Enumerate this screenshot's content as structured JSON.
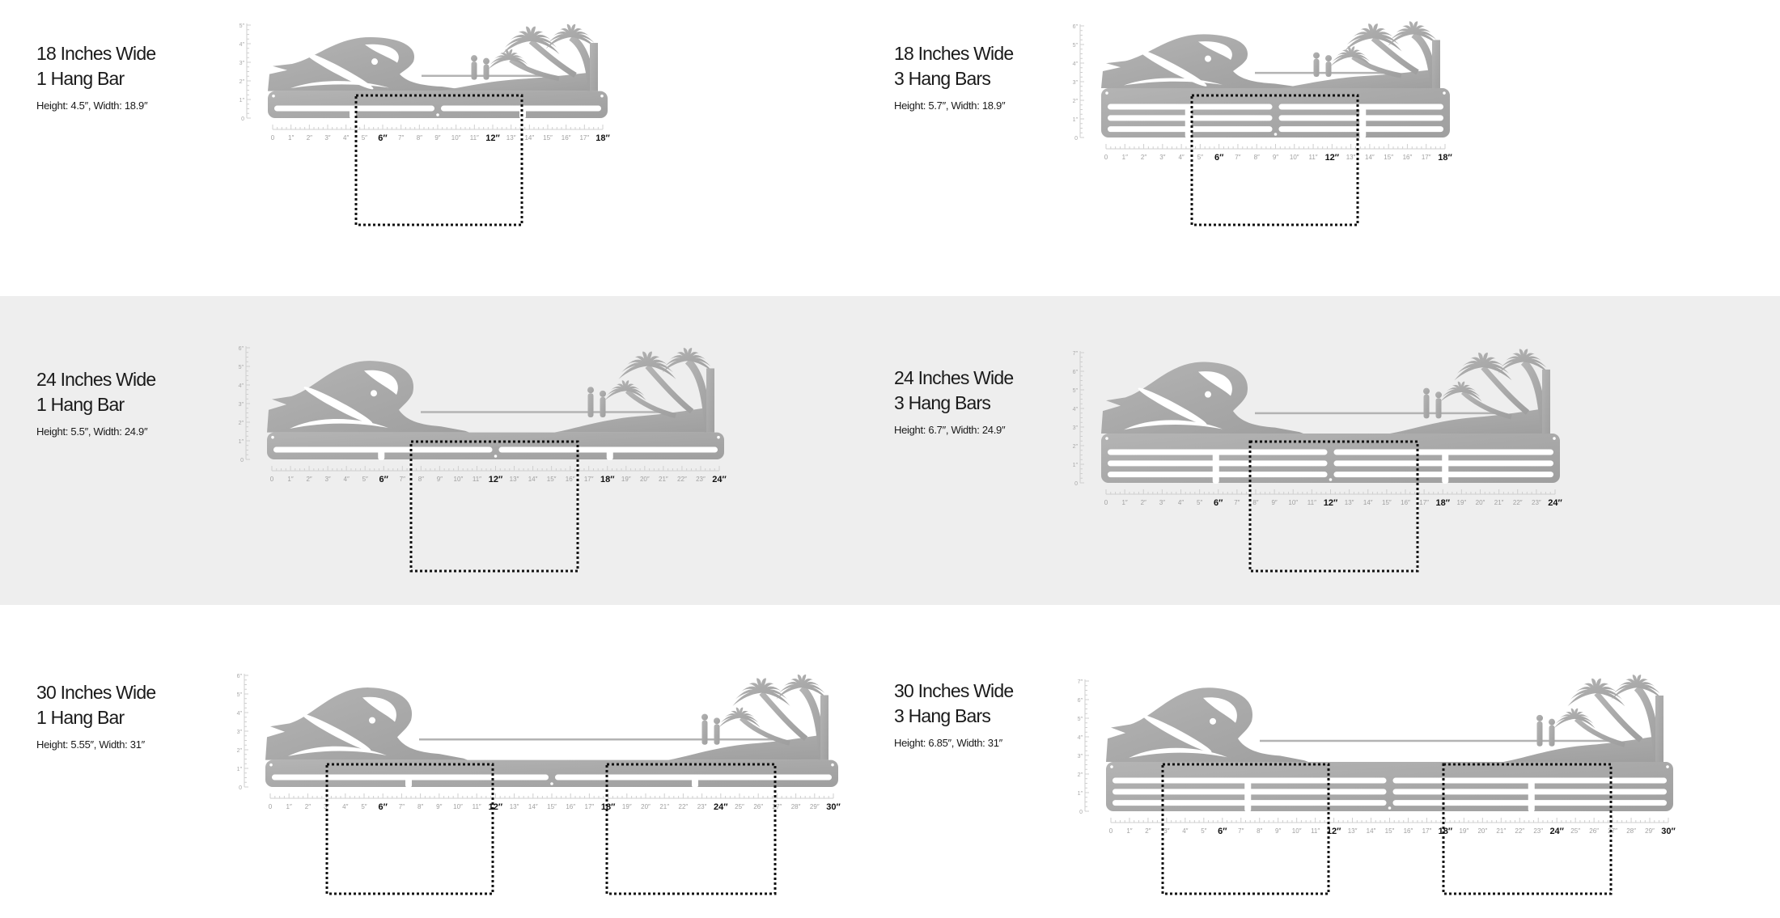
{
  "colors": {
    "metal": "#a9a9a9",
    "band": "#eeeeee",
    "ruler": "#c8c8c8",
    "guide": "#111111"
  },
  "panels": [
    {
      "title_line1": "18 Inches Wide",
      "title_line2": "1 Hang Bar",
      "dims": "Height: 4.5″,   Width: 18.9″",
      "bars": 1,
      "height_in": 4.5,
      "h_labels": [
        "0",
        "1″",
        "2″",
        "3″",
        "4″",
        "5″",
        "6″",
        "7″",
        "8″",
        "9″",
        "10″",
        "11″",
        "12″",
        "13″",
        "14″",
        "15″",
        "16″",
        "17″",
        "18″"
      ],
      "v_labels": [
        "0",
        "1″",
        "2″",
        "3″",
        "4″",
        "5″"
      ]
    },
    {
      "title_line1": "18 Inches Wide",
      "title_line2": "3 Hang Bars",
      "dims": "Height: 5.7″,   Width: 18.9″",
      "bars": 3,
      "height_in": 5.7,
      "h_labels": [
        "0",
        "1″",
        "2″",
        "3″",
        "4″",
        "5″",
        "6″",
        "7″",
        "8″",
        "9″",
        "10″",
        "11″",
        "12″",
        "13″",
        "14″",
        "15″",
        "16″",
        "17″",
        "18″"
      ],
      "v_labels": [
        "0",
        "1″",
        "2″",
        "3″",
        "4″",
        "5″",
        "6″"
      ]
    },
    {
      "title_line1": "24 Inches Wide",
      "title_line2": "1 Hang Bar",
      "dims": "Height: 5.5″,   Width: 24.9″",
      "bars": 1,
      "height_in": 5.5,
      "h_labels": [
        "0",
        "1″",
        "2″",
        "3″",
        "4″",
        "5″",
        "6″",
        "7″",
        "8″",
        "9″",
        "10″",
        "11″",
        "12″",
        "13″",
        "14″",
        "15″",
        "16″",
        "17″",
        "18″",
        "19″",
        "20″",
        "21″",
        "22″",
        "23″",
        "24″"
      ],
      "v_labels": [
        "0",
        "1″",
        "2″",
        "3″",
        "4″",
        "5″",
        "6″"
      ]
    },
    {
      "title_line1": "24 Inches Wide",
      "title_line2": "3 Hang Bars",
      "dims": "Height: 6.7″,   Width: 24.9″",
      "bars": 3,
      "height_in": 6.7,
      "h_labels": [
        "0",
        "1″",
        "2″",
        "3″",
        "4″",
        "5″",
        "6″",
        "7″",
        "8″",
        "9″",
        "10″",
        "11″",
        "12″",
        "13″",
        "14″",
        "15″",
        "16″",
        "17″",
        "18″",
        "19″",
        "20″",
        "21″",
        "22″",
        "23″",
        "24″"
      ],
      "v_labels": [
        "0",
        "1″",
        "2″",
        "3″",
        "4″",
        "5″",
        "6″",
        "7″"
      ]
    },
    {
      "title_line1": "30 Inches Wide",
      "title_line2": "1 Hang Bar",
      "dims": "Height: 5.55″,   Width: 31″",
      "bars": 1,
      "height_in": 5.55,
      "h_labels": [
        "0",
        "1″",
        "2″",
        "3″",
        "4″",
        "5″",
        "6″",
        "7″",
        "8″",
        "9″",
        "10″",
        "11″",
        "12″",
        "13″",
        "14″",
        "15″",
        "16″",
        "17″",
        "18″",
        "19″",
        "20″",
        "21″",
        "22″",
        "23″",
        "24″",
        "25″",
        "26″",
        "27″",
        "28″",
        "29″",
        "30″"
      ],
      "v_labels": [
        "0",
        "1″",
        "2″",
        "3″",
        "4″",
        "5″",
        "6″"
      ]
    },
    {
      "title_line1": "30 Inches Wide",
      "title_line2": "3 Hang Bars",
      "dims": "Height: 6.85″,   Width: 31″",
      "bars": 3,
      "height_in": 6.85,
      "h_labels": [
        "0",
        "1″",
        "2″",
        "3″",
        "4″",
        "5″",
        "6″",
        "7″",
        "8″",
        "9″",
        "10″",
        "11″",
        "12″",
        "13″",
        "14″",
        "15″",
        "16″",
        "17″",
        "18″",
        "19″",
        "20″",
        "21″",
        "22″",
        "23″",
        "24″",
        "25″",
        "26″",
        "27″",
        "28″",
        "29″",
        "30″"
      ],
      "v_labels": [
        "0",
        "1″",
        "2″",
        "3″",
        "4″",
        "5″",
        "6″",
        "7″"
      ]
    }
  ]
}
